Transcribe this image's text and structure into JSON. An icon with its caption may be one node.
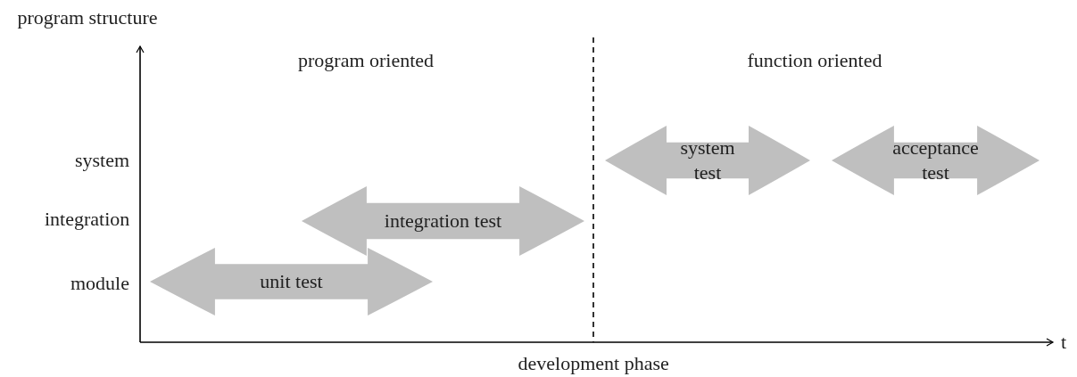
{
  "diagram": {
    "nodes": [
      {
        "text": [
          "system test"
        ]
      },
      {
        "text": [
          "acceptance test"
        ]
      },
      {
        "text": [
          "integration test"
        ]
      },
      {
        "text": [
          "unit test"
        ]
      }
    ],
    "edges": [],
    "labels": [
      "program structure",
      "program oriented",
      "function oriented",
      "system",
      "integration",
      "module",
      "t",
      "development phase"
    ]
  }
}
